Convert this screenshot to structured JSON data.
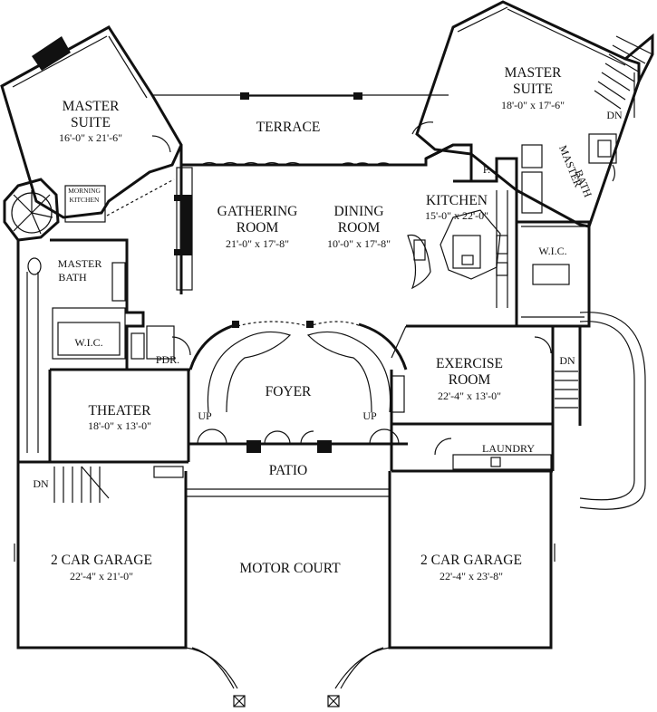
{
  "rooms": {
    "master_suite_left": {
      "name_line1": "MASTER",
      "name_line2": "SUITE",
      "dims": "16'-0\" x 21'-6\""
    },
    "master_suite_right": {
      "name_line1": "MASTER",
      "name_line2": "SUITE",
      "dims": "18'-0\" x 17'-6\""
    },
    "terrace": {
      "name": "TERRACE"
    },
    "gathering_room": {
      "name_line1": "GATHERING",
      "name_line2": "ROOM",
      "dims": "21'-0\" x 17'-8\""
    },
    "dining_room": {
      "name_line1": "DINING",
      "name_line2": "ROOM",
      "dims": "10'-0\" x 17'-8\""
    },
    "kitchen": {
      "name": "KITCHEN",
      "dims": "15'-0\" x 22'-0\""
    },
    "pantry": {
      "name": "P."
    },
    "morning_kitchen": {
      "name_line1": "MORNING",
      "name_line2": "KITCHEN"
    },
    "master_bath_left": {
      "name_line1": "MASTER",
      "name_line2": "BATH"
    },
    "master_bath_right": {
      "name_line1": "MASTER",
      "name_line2": "BATH"
    },
    "wic_left": {
      "name": "W.I.C."
    },
    "wic_right": {
      "name": "W.I.C."
    },
    "powder": {
      "name": "PDR."
    },
    "foyer": {
      "name": "FOYER"
    },
    "exercise_room": {
      "name_line1": "EXERCISE",
      "name_line2": "ROOM",
      "dims": "22'-4\" x 13'-0\""
    },
    "theater": {
      "name": "THEATER",
      "dims": "18'-0\" x 13'-0\""
    },
    "laundry": {
      "name": "LAUNDRY"
    },
    "patio": {
      "name": "PATIO"
    },
    "garage_left": {
      "name": "2 CAR GARAGE",
      "dims": "22'-4\" x 21'-0\""
    },
    "motor_court": {
      "name": "MOTOR COURT"
    },
    "garage_right": {
      "name": "2 CAR GARAGE",
      "dims": "22'-4\" x 23'-8\""
    }
  },
  "stair_labels": {
    "up_left": "UP",
    "up_right": "UP",
    "dn_top_right": "DN",
    "dn_exercise": "DN",
    "dn_garage": "DN"
  },
  "colors": {
    "ink": "#111111",
    "paper": "#ffffff"
  }
}
